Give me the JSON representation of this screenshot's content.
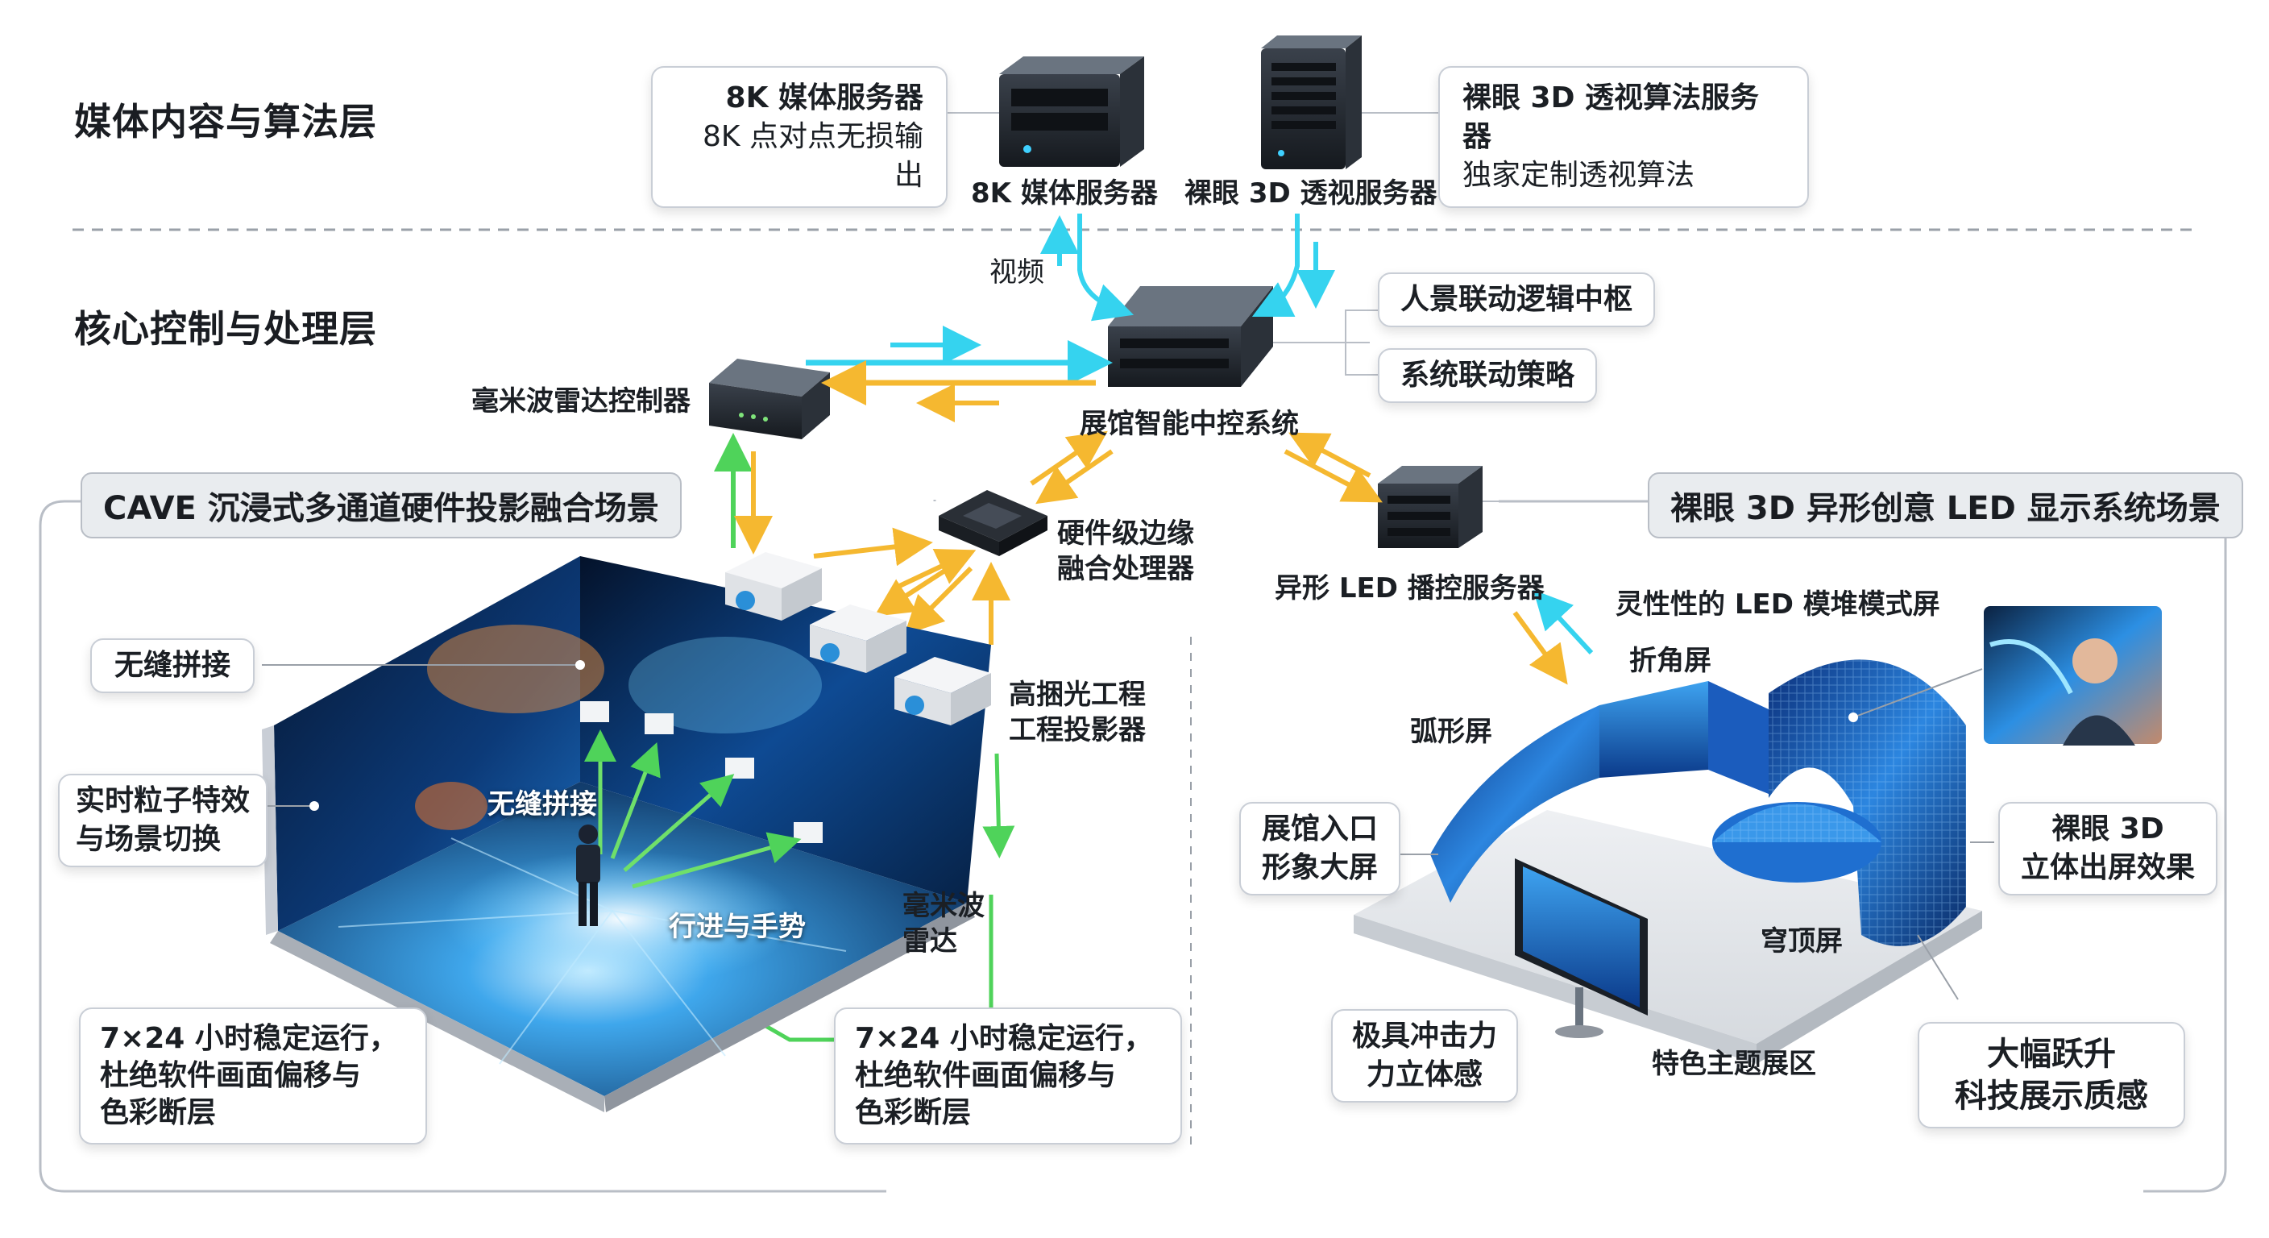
{
  "layers": {
    "media": "媒体内容与算法层",
    "core": "核心控制与处理层"
  },
  "servers": {
    "media_callout_title": "8K 媒体服务器",
    "media_callout_desc": "8K 点对点无损输出",
    "media_label": "8K 媒体服务器",
    "algo_label": "裸眼 3D 透视服务器",
    "algo_callout_title": "裸眼 3D 透视算法服务器",
    "algo_callout_desc": "独家定制透视算法"
  },
  "control": {
    "video_label": "视频",
    "hub_label": "展馆智能中控系统",
    "hub_tag1": "人景联动逻辑中枢",
    "hub_tag2": "系统联动策略",
    "radar_ctrl_label": "毫米波雷达控制器",
    "edge_label": "硬件级边缘\n融合处理器",
    "led_server_label": "异形 LED 播控服务器"
  },
  "cave": {
    "section_title": "CAVE 沉浸式多通道硬件投影融合场景",
    "projector_label": "高捆光工程\n工程投影器",
    "callout_seamless": "无缝拼接",
    "callout_particles": "实时粒子特效\n与场景切换",
    "inner_seamless": "无缝拼接",
    "inner_gesture": "行进与手势",
    "radar_label": "毫米波\n雷达",
    "stable_left": "7×24 小时稳定运行，\n杜绝软件画面偏移与\n色彩断层",
    "stable_right": "7×24 小时稳定运行，\n杜绝软件画面偏移与\n色彩断层"
  },
  "led": {
    "section_title": "裸眼 3D 异形创意 LED 显示系统场景",
    "module_screen": "灵性性的 LED 模堆模式屏",
    "corner_screen": "折角屏",
    "arc_screen": "弧形屏",
    "entrance": "展馆入口\n形象大屏",
    "naked_eye": "裸眼 3D\n立体出屏效果",
    "dome": "穹顶屏",
    "impact": "极具冲击力\n力立体感",
    "theme_zone": "特色主题展区",
    "quality": "大幅跃升\n科技展示质感"
  },
  "colors": {
    "cyan": "#35d3ef",
    "orange": "#f5b830",
    "green": "#4fd35a"
  }
}
